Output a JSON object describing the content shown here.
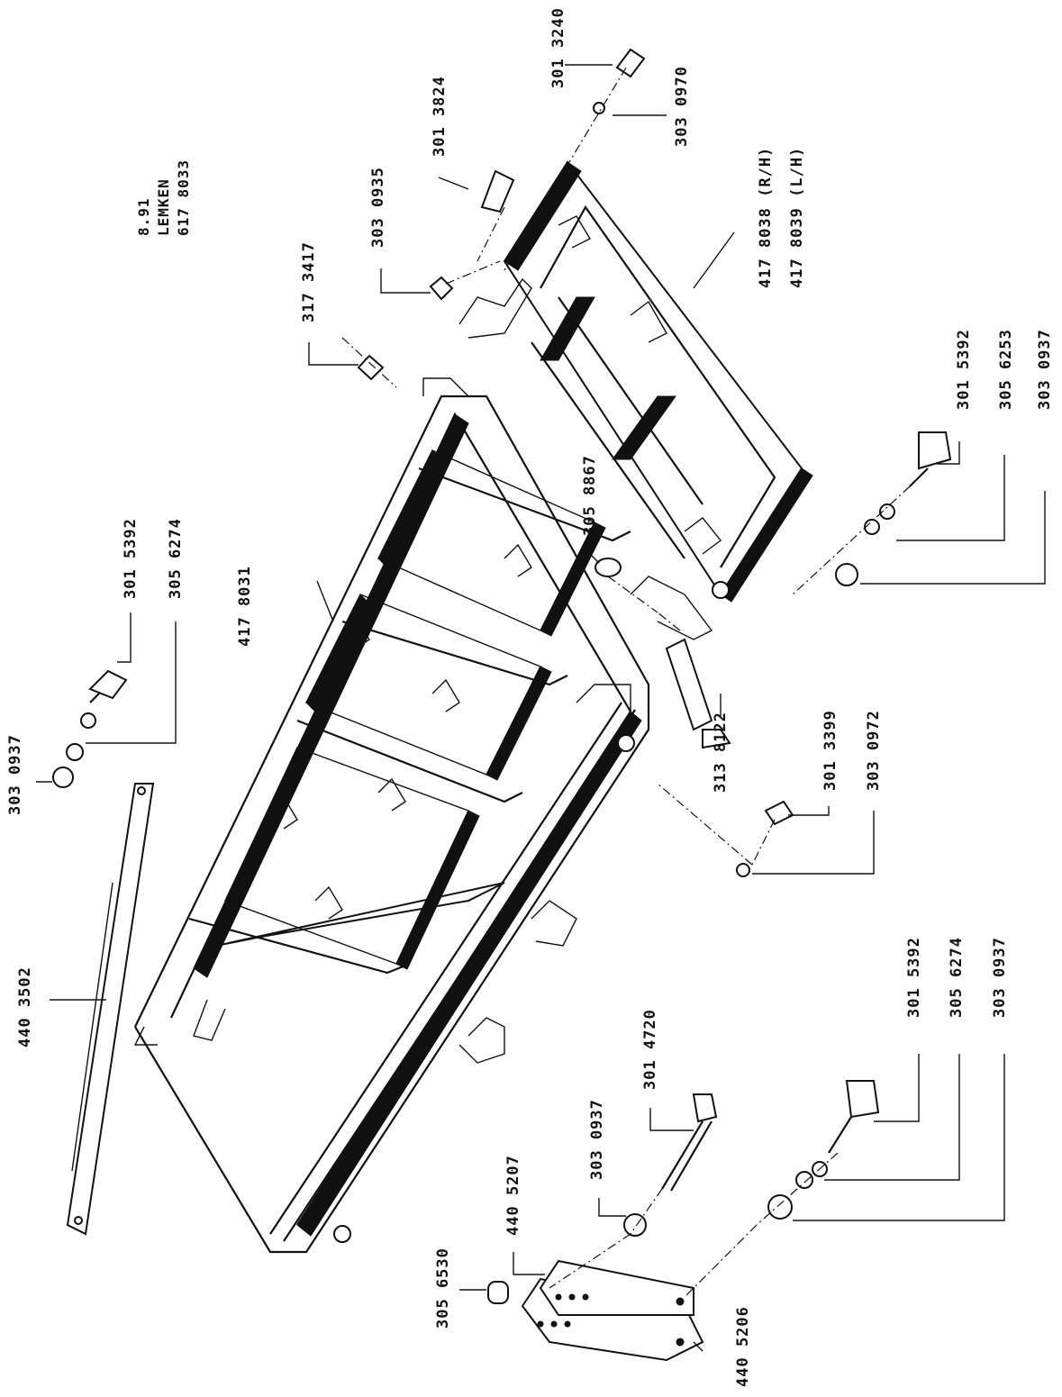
{
  "header": {
    "date": "8.91",
    "brand": "LEMKEN",
    "drawing_number": "617 8033"
  },
  "parts": {
    "p3013240": "301 3240",
    "p3030970": "303 0970",
    "p3013824": "301 3824",
    "p3030935": "303 0935",
    "p3173417": "317 3417",
    "p4178038": "417 8038 (R/H)",
    "p4178039": "417 8039 (L/H)",
    "p3015392_right": "301 5392",
    "p3056253": "305 6253",
    "p3030937_right": "303 0937",
    "p3058867": "305 8867",
    "p3138122": "313 8122",
    "p3013399": "301 3399",
    "p3030972": "303 0972",
    "p4178031": "417 8031",
    "p3015392_top": "301 5392",
    "p3056274_top": "305 6274",
    "p3030937_top": "303 0937",
    "p4403502": "440 3502",
    "p3015392_bottom": "301 5392",
    "p3056274_bottom": "305 6274",
    "p3030937_bottom": "303 0937",
    "p3014720": "301 4720",
    "p3030937_mid": "303 0937",
    "p4405207": "440 5207",
    "p3056530": "305 6530",
    "p4405206": "440 5206"
  }
}
